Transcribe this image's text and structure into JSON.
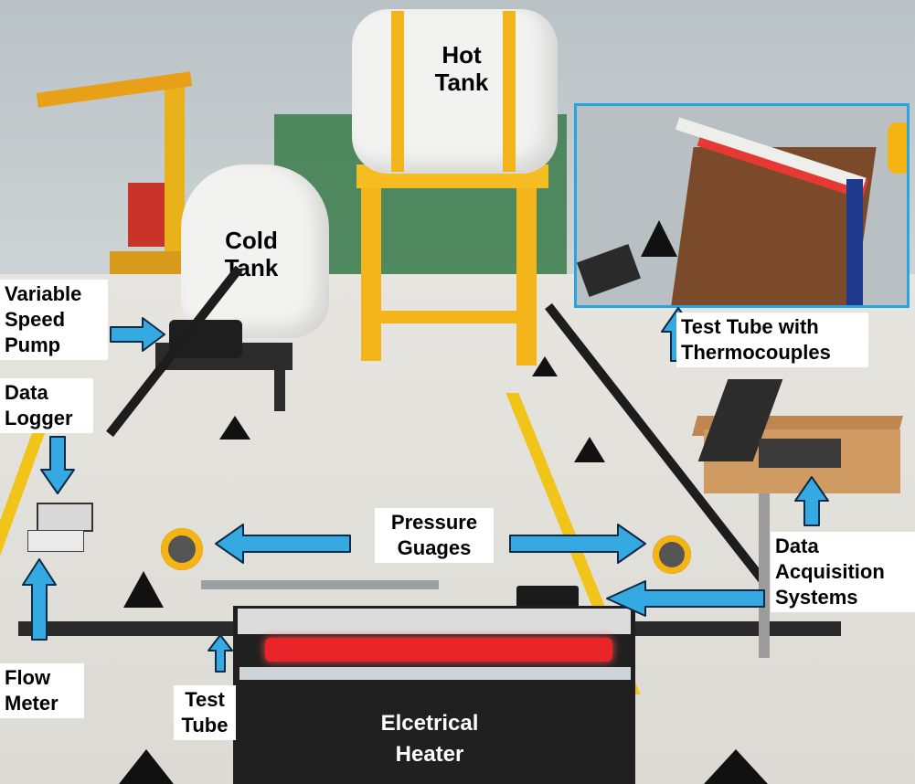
{
  "colors": {
    "arrow_fill": "#35a9e1",
    "arrow_stroke": "#0d2a45",
    "tank": "#f2f2f0",
    "strap": "#f2b51c",
    "frame": "#f4b51a",
    "heater_red": "#e8262a",
    "inset_border": "#2aa4e0"
  },
  "labels": {
    "hot_tank": "Hot\nTank",
    "cold_tank": "Cold\nTank",
    "variable_speed_pump": "Variable\nSpeed\nPump",
    "data_logger": "Data\nLogger",
    "pressure_gauges": "Pressure\nGuages",
    "data_acquisition": "Data\nAcquisition\nSystems",
    "test_tube_thermocouples": "Test Tube with\nThermocouples",
    "flow_meter": "Flow\nMeter",
    "test_tube": "Test\nTube",
    "electrical_heater": "Elcetrical\nHeater"
  }
}
